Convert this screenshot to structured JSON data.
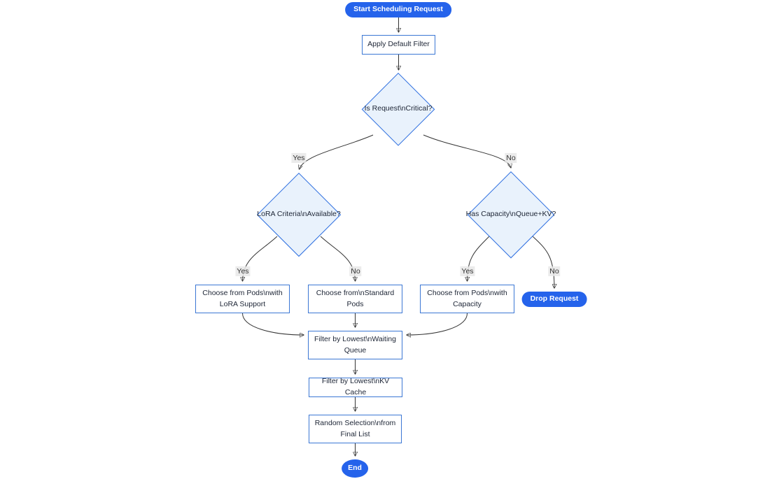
{
  "diagram": {
    "type": "flowchart",
    "direction": "top-down",
    "nodes": {
      "start": {
        "label": "Start Scheduling Request",
        "shape": "stadium"
      },
      "apply_default_filter": {
        "label": "Apply Default Filter",
        "shape": "rect"
      },
      "is_critical": {
        "label": "Is Request\\nCritical?",
        "shape": "diamond"
      },
      "lora_criteria": {
        "label": "LoRA Criteria\\nAvailable?",
        "shape": "diamond"
      },
      "has_capacity": {
        "label": "Has Capacity\\nQueue+KV?",
        "shape": "diamond"
      },
      "choose_lora_pods": {
        "label": "Choose from Pods\\nwith LoRA Support",
        "shape": "rect"
      },
      "choose_standard_pods": {
        "label": "Choose from\\nStandard Pods",
        "shape": "rect"
      },
      "choose_capacity_pods": {
        "label": "Choose from Pods\\nwith Capacity",
        "shape": "rect"
      },
      "drop_request": {
        "label": "Drop Request",
        "shape": "stadium"
      },
      "filter_waiting_queue": {
        "label": "Filter by Lowest\\nWaiting Queue",
        "shape": "rect"
      },
      "filter_kv_cache": {
        "label": "Filter by Lowest\\nKV Cache",
        "shape": "rect"
      },
      "random_selection": {
        "label": "Random Selection\\nfrom Final List",
        "shape": "rect"
      },
      "end": {
        "label": "End",
        "shape": "stadium"
      }
    },
    "edge_labels": {
      "critical_yes": "Yes",
      "critical_no": "No",
      "lora_yes": "Yes",
      "lora_no": "No",
      "capacity_yes": "Yes",
      "capacity_no": "No"
    },
    "colors": {
      "accent_fill": "#2563EB",
      "node_border": "#3B77D4",
      "decision_border": "#2E6FE0",
      "decision_fill": "#E9F2FC",
      "node_fill": "#FFFFFF",
      "edge_stroke": "#333333",
      "label_bg": "#E8E8E8",
      "text": "#202838"
    }
  }
}
